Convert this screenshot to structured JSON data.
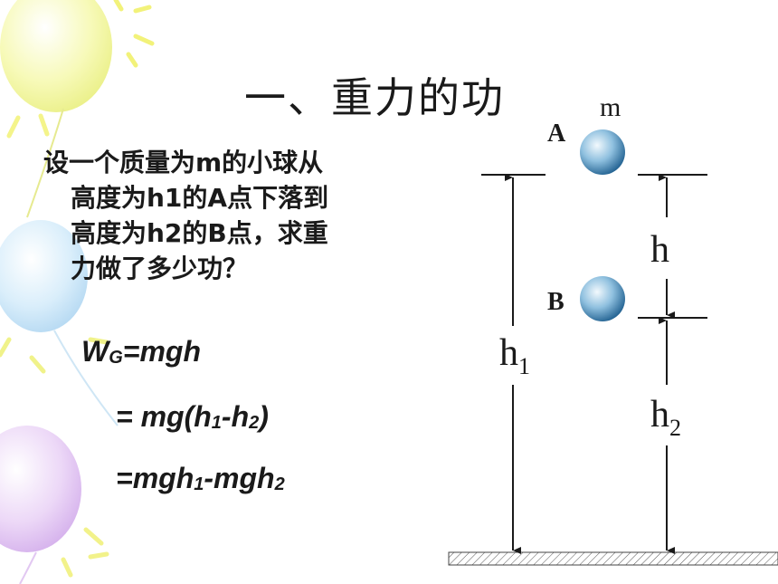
{
  "slide": {
    "title": "一、重力的功",
    "problem_lines": [
      "设一个质量为m的小球从",
      "高度为h1的A点下落到",
      "高度为h2的B点，求重",
      "力做了多少功？"
    ],
    "formulas": {
      "line1": {
        "w": "W",
        "g": "G",
        "rest": "=mgh"
      },
      "line2": {
        "a": "= mg(h",
        "s1": "1",
        "b": "-h",
        "s2": "2",
        "c": ")"
      },
      "line3": {
        "a": "=mgh",
        "s1": "1",
        "b": "-mgh",
        "s2": "2"
      }
    }
  },
  "diagram": {
    "label_m": "m",
    "label_A": "A",
    "label_B": "B",
    "label_h": "h",
    "label_h1": {
      "base": "h",
      "sub": "1"
    },
    "label_h2": {
      "base": "h",
      "sub": "2"
    }
  },
  "colors": {
    "text": "#1a1a1a",
    "ball_light": "#e8f4fb",
    "ball_mid": "#7fb3d6",
    "ball_dark": "#1f5f8f",
    "balloon_yellow": "#f2f58a",
    "balloon_blue": "#b8dcf5",
    "balloon_purple": "#d9b8ee"
  }
}
